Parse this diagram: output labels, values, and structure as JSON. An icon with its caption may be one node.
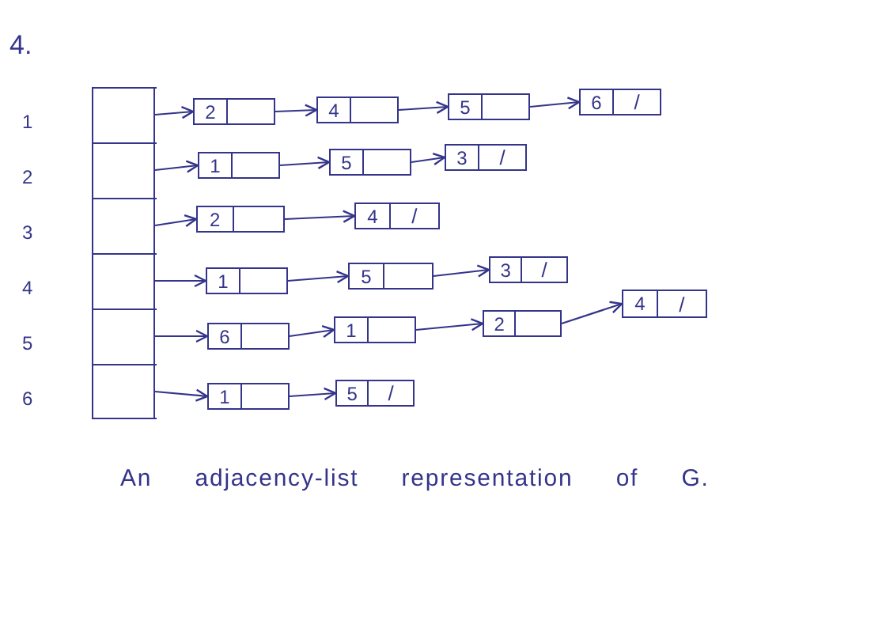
{
  "diagram": {
    "title": "4.",
    "caption": "An adjacency-list representation of G.",
    "nodes": [
      {
        "text": [],
        "shape": "box"
      },
      {
        "text": [],
        "shape": "box",
        "in": 0,
        "beside": [
          "1"
        ]
      },
      {
        "text": [],
        "shape": "box",
        "in": 0,
        "beside": [
          "2"
        ]
      },
      {
        "text": [],
        "shape": "box",
        "in": 0,
        "beside": [
          "3"
        ]
      },
      {
        "text": [],
        "shape": "box",
        "in": 0,
        "beside": [
          "4"
        ]
      },
      {
        "text": [],
        "shape": "box",
        "in": 0,
        "beside": [
          "5"
        ]
      },
      {
        "text": [],
        "shape": "box",
        "in": 0,
        "beside": [
          "6"
        ]
      },
      {
        "text": [
          "2"
        ]
      },
      {
        "text": [
          "4"
        ]
      },
      {
        "text": [
          "5"
        ]
      },
      {
        "text": [
          "6",
          "/"
        ]
      },
      {
        "text": [
          "1"
        ]
      },
      {
        "text": [
          "5"
        ]
      },
      {
        "text": [
          "3",
          "/"
        ]
      },
      {
        "text": [
          "2"
        ]
      },
      {
        "text": [
          "4",
          "/"
        ]
      },
      {
        "text": [
          "1"
        ]
      },
      {
        "text": [
          "5"
        ]
      },
      {
        "text": [
          "3",
          "/"
        ]
      },
      {
        "text": [
          "6"
        ]
      },
      {
        "text": [
          "1"
        ]
      },
      {
        "text": [
          "2"
        ]
      },
      {
        "text": [
          "4",
          "/"
        ]
      },
      {
        "text": [
          "1"
        ]
      },
      {
        "text": [
          "5",
          "/"
        ]
      }
    ],
    "edges": [
      {
        "from": 1,
        "to": 7,
        "arrow": "to"
      },
      {
        "from": 7,
        "to": 8,
        "arrow": "to"
      },
      {
        "from": 8,
        "to": 9,
        "arrow": "to"
      },
      {
        "from": 9,
        "to": 10,
        "arrow": "to"
      },
      {
        "from": 2,
        "to": 11,
        "arrow": "to"
      },
      {
        "from": 11,
        "to": 12,
        "arrow": "to"
      },
      {
        "from": 12,
        "to": 13,
        "arrow": "to"
      },
      {
        "from": 3,
        "to": 14,
        "arrow": "to"
      },
      {
        "from": 14,
        "to": 15,
        "arrow": "to"
      },
      {
        "from": 4,
        "to": 16,
        "arrow": "to"
      },
      {
        "from": 16,
        "to": 17,
        "arrow": "to"
      },
      {
        "from": 17,
        "to": 18,
        "arrow": "to"
      },
      {
        "from": 5,
        "to": 19,
        "arrow": "to"
      },
      {
        "from": 19,
        "to": 20,
        "arrow": "to"
      },
      {
        "from": 20,
        "to": 21,
        "arrow": "to"
      },
      {
        "from": 21,
        "to": 22,
        "arrow": "to"
      },
      {
        "from": 6,
        "to": 23,
        "arrow": "to"
      },
      {
        "from": 23,
        "to": 24,
        "arrow": "to"
      }
    ]
  }
}
